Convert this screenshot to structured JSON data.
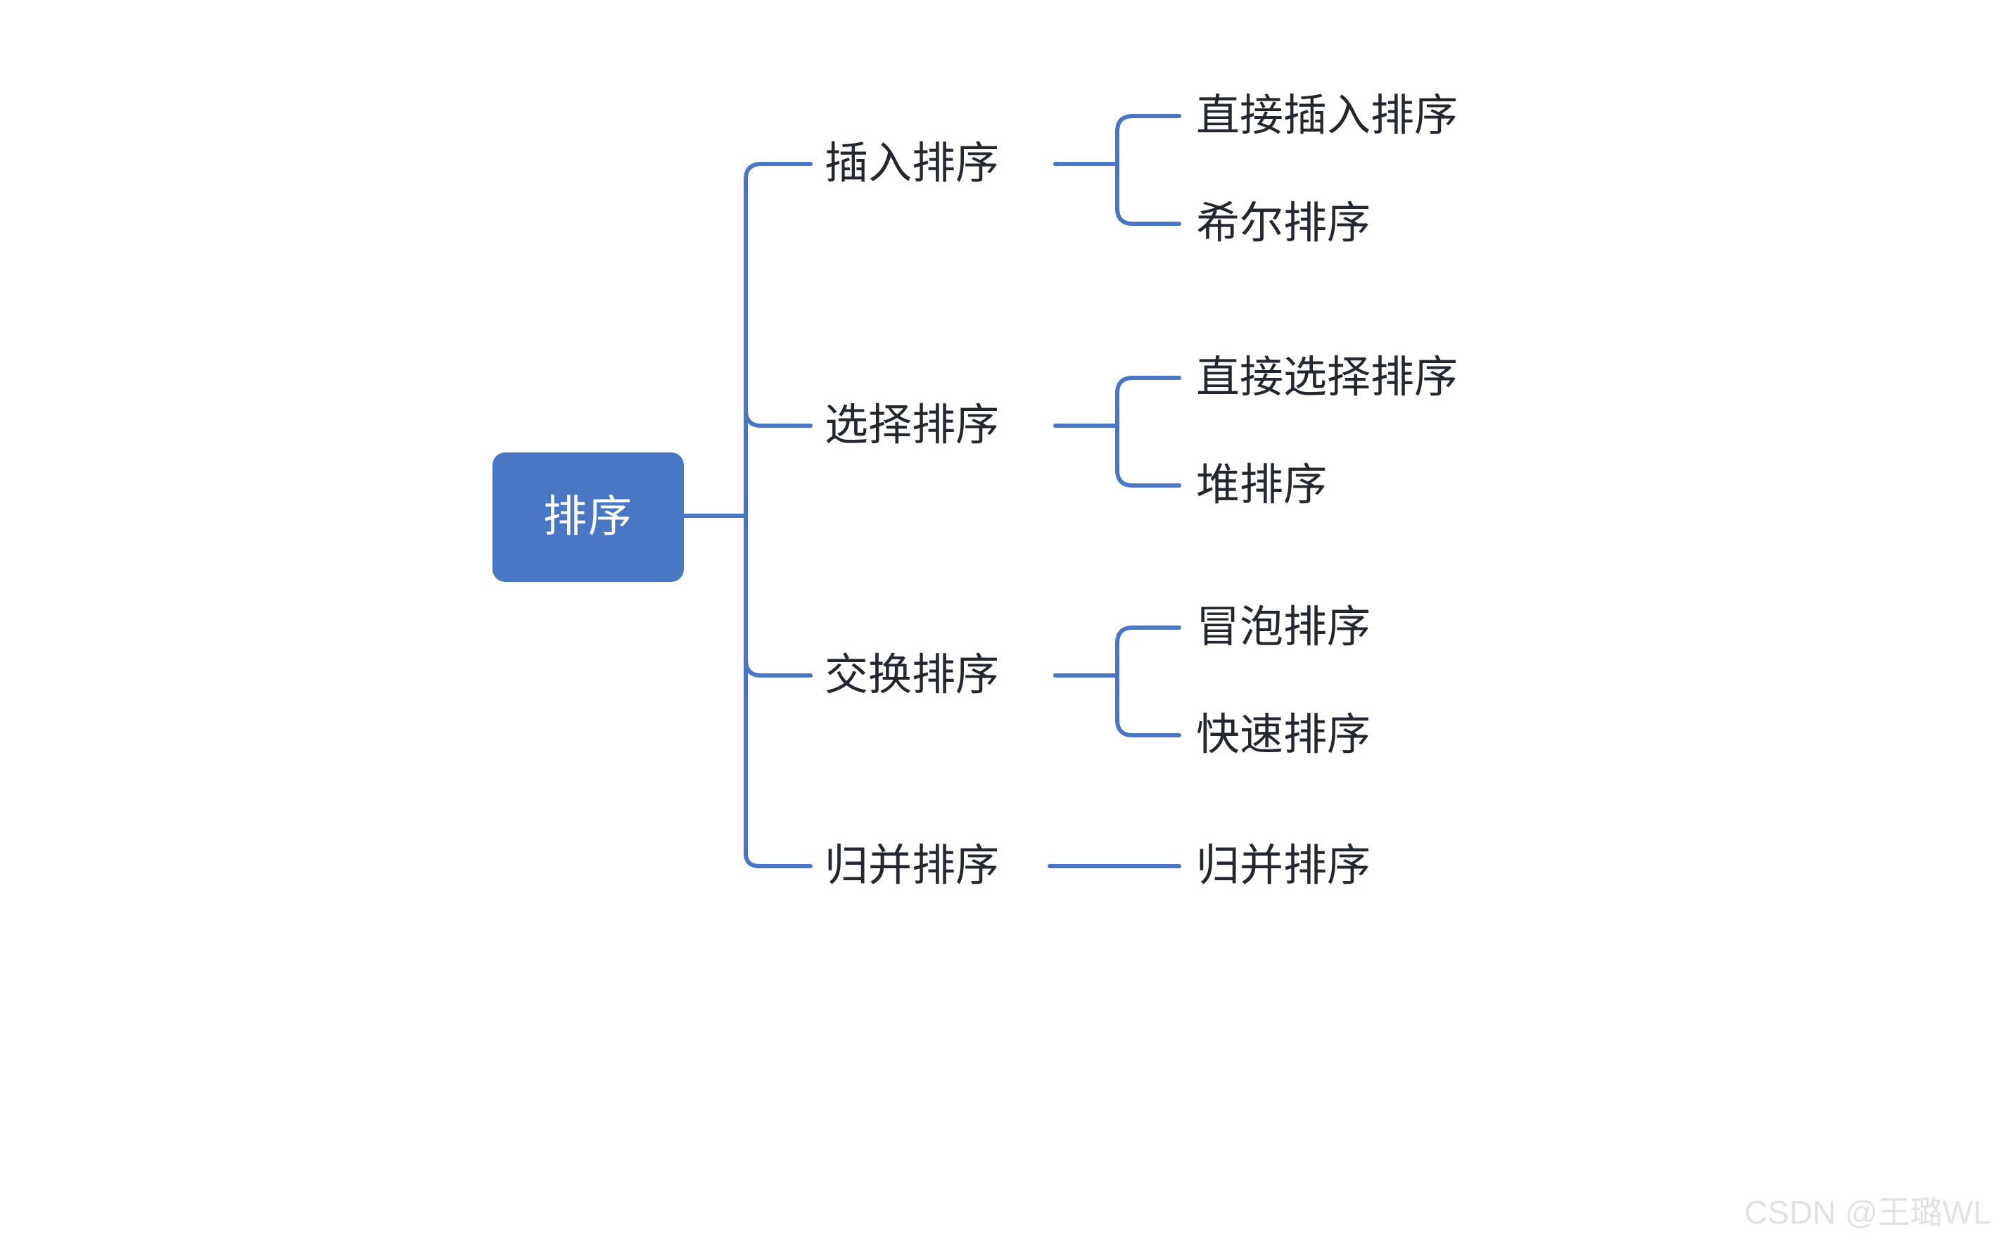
{
  "diagram": {
    "type": "mind-map",
    "orientation": "left-to-right",
    "background_color": "#ffffff",
    "root": {
      "label": "排序",
      "fill_color": "#4A77C4",
      "text_color": "#ffffff"
    },
    "connector_color": "#4A77C4",
    "node_text_color": "#23272F",
    "branches": [
      {
        "label": "插入排序",
        "children": [
          {
            "label": "直接插入排序"
          },
          {
            "label": "希尔排序"
          }
        ]
      },
      {
        "label": "选择排序",
        "children": [
          {
            "label": "直接选择排序"
          },
          {
            "label": "堆排序"
          }
        ]
      },
      {
        "label": "交换排序",
        "children": [
          {
            "label": "冒泡排序"
          },
          {
            "label": "快速排序"
          }
        ]
      },
      {
        "label": "归并排序",
        "children": [
          {
            "label": "归并排序"
          }
        ]
      }
    ]
  },
  "watermark": {
    "text": "CSDN @王璐WL"
  }
}
